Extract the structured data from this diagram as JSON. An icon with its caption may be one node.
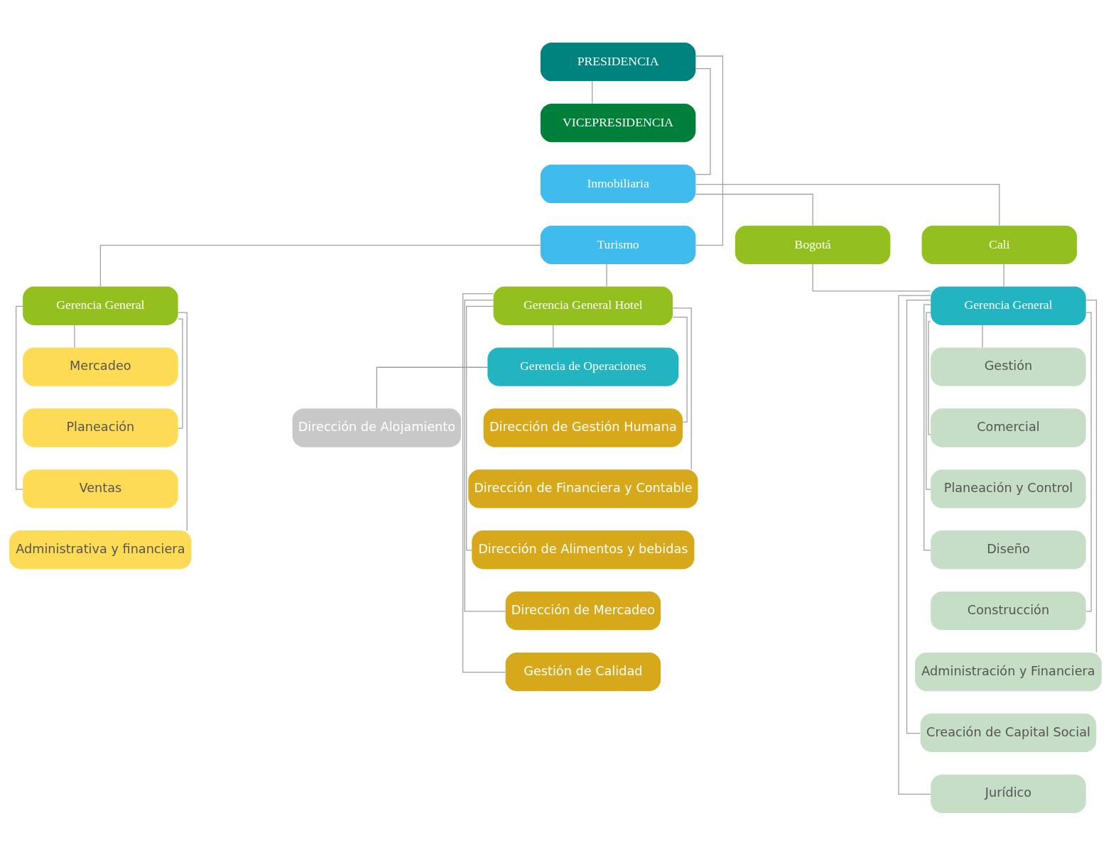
{
  "diagram": {
    "nodes": [
      {
        "text": [
          "PRESIDENCIA"
        ]
      },
      {
        "text": [
          "VICEPRESIDENCIA"
        ]
      },
      {
        "text": [
          "Inmobiliaria"
        ]
      },
      {
        "text": [
          "Turismo"
        ]
      },
      {
        "text": [
          "Bogotá"
        ]
      },
      {
        "text": [
          "Cali"
        ]
      },
      {
        "text": [
          "Gerencia General"
        ]
      },
      {
        "text": [
          "Gestión"
        ]
      },
      {
        "text": [
          "Comercial"
        ]
      },
      {
        "text": [
          "Planeación y Control"
        ]
      },
      {
        "text": [
          "Diseño"
        ]
      },
      {
        "text": [
          "Construcción"
        ]
      },
      {
        "text": [
          "Administración y Financiera"
        ]
      },
      {
        "text": [
          "Creación de Capital Social"
        ]
      },
      {
        "text": [
          "Jurídico"
        ]
      },
      {
        "text": [
          "Gerencia General"
        ]
      },
      {
        "text": [
          "Gerencia General Hotel"
        ]
      },
      {
        "text": [
          "Mercadeo"
        ]
      },
      {
        "text": [
          "Planeación"
        ]
      },
      {
        "text": [
          "Ventas"
        ]
      },
      {
        "text": [
          "Administrativa y financiera"
        ]
      },
      {
        "text": [
          "Gerencia de Operaciones"
        ]
      },
      {
        "text": [
          "Dirección de Alojamiento"
        ]
      },
      {
        "text": [
          "Dirección de Gestión Humana"
        ]
      },
      {
        "text": [
          "Dirección de Financiera y Contable"
        ]
      },
      {
        "text": [
          "Dirección de Alimentos y bebidas"
        ]
      },
      {
        "text": [
          "Dirección de Mercadeo"
        ]
      },
      {
        "text": [
          "Gestión de Calidad"
        ]
      }
    ],
    "edges": [
      {
        "from": 0,
        "to": 1,
        "arrow": "none"
      },
      {
        "from": 0,
        "to": 2,
        "arrow": "none"
      },
      {
        "from": 0,
        "to": 3,
        "arrow": "none"
      },
      {
        "from": 2,
        "to": 4,
        "arrow": "none"
      },
      {
        "from": 2,
        "to": 5,
        "arrow": "none"
      },
      {
        "from": 4,
        "to": 6,
        "arrow": "none"
      },
      {
        "from": 5,
        "to": 6,
        "arrow": "none"
      },
      {
        "from": 6,
        "to": 7,
        "arrow": "none"
      },
      {
        "from": 6,
        "to": 8,
        "arrow": "none"
      },
      {
        "from": 6,
        "to": 9,
        "arrow": "none"
      },
      {
        "from": 6,
        "to": 10,
        "arrow": "none"
      },
      {
        "from": 6,
        "to": 11,
        "arrow": "none"
      },
      {
        "from": 6,
        "to": 12,
        "arrow": "none"
      },
      {
        "from": 6,
        "to": 13,
        "arrow": "none"
      },
      {
        "from": 6,
        "to": 14,
        "arrow": "none"
      },
      {
        "from": 3,
        "to": 15,
        "arrow": "none"
      },
      {
        "from": 3,
        "to": 16,
        "arrow": "none"
      },
      {
        "from": 15,
        "to": 17,
        "arrow": "none"
      },
      {
        "from": 15,
        "to": 18,
        "arrow": "none"
      },
      {
        "from": 15,
        "to": 19,
        "arrow": "none"
      },
      {
        "from": 15,
        "to": 20,
        "arrow": "none"
      },
      {
        "from": 16,
        "to": 21,
        "arrow": "none"
      },
      {
        "from": 21,
        "to": 22,
        "arrow": "none"
      },
      {
        "from": 16,
        "to": 23,
        "arrow": "none"
      },
      {
        "from": 16,
        "to": 24,
        "arrow": "none"
      },
      {
        "from": 16,
        "to": 25,
        "arrow": "none"
      },
      {
        "from": 16,
        "to": 26,
        "arrow": "none"
      },
      {
        "from": 16,
        "to": 27,
        "arrow": "none"
      }
    ]
  }
}
